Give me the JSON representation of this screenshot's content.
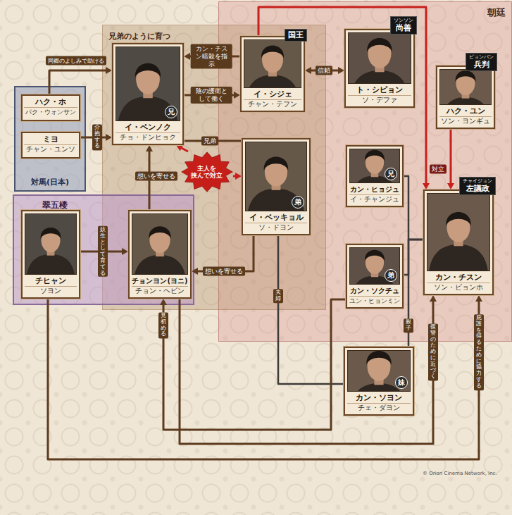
{
  "diagram": {
    "nodes": [
      {
        "text": [
          "朝廷"
        ]
      },
      {
        "text": [
          "兄弟のように育つ"
        ]
      },
      {
        "text": [
          "対馬(日本)"
        ]
      },
      {
        "text": [
          "翠五楼"
        ]
      },
      {
        "text": [
          "ハク・ホ",
          "パク・ウォンサン"
        ],
        "in": 2
      },
      {
        "text": [
          "ミヨ",
          "チャン・ユンソ"
        ],
        "in": 2
      },
      {
        "text": [
          "兄",
          "イ・ベンノク",
          "チョ・ドンヒョク"
        ],
        "in": 1
      },
      {
        "text": [
          "国王",
          "イ・シジェ",
          "チャン・テフン"
        ],
        "in": 1
      },
      {
        "text": [
          "ソンソン",
          "尚善",
          "ト・シピョン",
          "ソ・デファ"
        ],
        "in": 0
      },
      {
        "text": [
          "ピョンパン",
          "兵判",
          "ハク・ユン",
          "ソン・ヨンギュ"
        ],
        "in": 0
      },
      {
        "text": [
          "主人を 挟んで対立"
        ],
        "in": 1
      },
      {
        "text": [
          "弟",
          "イ・ベッキョル",
          "ソ・ドヨン"
        ],
        "in": 1
      },
      {
        "text": [
          "兄",
          "カン・ヒョジュ",
          "イ・チャンジュ"
        ],
        "in": 0
      },
      {
        "text": [
          "チャイジョン",
          "左議政",
          "カン・チスン",
          "ソン・ビョンホ"
        ],
        "in": 0
      },
      {
        "text": [
          "チヒャン",
          "ソヨン"
        ],
        "in": 3
      },
      {
        "text": [
          "チョンヨン(ヨニ)",
          "チョン・ヘビン"
        ],
        "in": 3
      },
      {
        "text": [
          "弟",
          "カン・ソクチュ",
          "ユン・ヒョンミン"
        ],
        "in": 0
      },
      {
        "text": [
          "妹",
          "カン・ソヨン",
          "チェ・ダヨン"
        ]
      }
    ],
    "edges": [
      {
        "from": 4,
        "to": 6,
        "label": "同郷のよしみで助ける",
        "arrow": "to"
      },
      {
        "from": 5,
        "to": 6,
        "label": "介抱する",
        "arrow": "to"
      },
      {
        "from": 7,
        "to": 6,
        "label": "カン・チスン暗殺を指示",
        "arrow": "to"
      },
      {
        "from": 6,
        "to": 7,
        "label": "陰の護衛として働く",
        "arrow": "to"
      },
      {
        "from": 7,
        "to": 8,
        "label": "信頼",
        "arrow": "both"
      },
      {
        "from": 6,
        "to": 11,
        "label": "兄弟",
        "arrow": "none"
      },
      {
        "from": 10,
        "to": 6,
        "arrow": "to"
      },
      {
        "from": 10,
        "to": 11,
        "arrow": "to"
      },
      {
        "from": 15,
        "to": 6,
        "label": "想いを寄せる",
        "arrow": "to"
      },
      {
        "from": 11,
        "to": 15,
        "label": "想いを寄せる",
        "arrow": "to"
      },
      {
        "from": 14,
        "to": 15,
        "label": "妓生として育てる",
        "arrow": "to"
      },
      {
        "from": 7,
        "to": 13,
        "label": "対立",
        "arrow": "to"
      },
      {
        "from": 9,
        "to": 13,
        "arrow": "to"
      },
      {
        "from": 13,
        "to": 12,
        "arrow": "none"
      },
      {
        "from": 13,
        "to": 16,
        "arrow": "none"
      },
      {
        "from": 13,
        "to": 17,
        "label": "親子",
        "arrow": "none"
      },
      {
        "from": 11,
        "to": 17,
        "label": "夫婦",
        "arrow": "none"
      },
      {
        "from": 16,
        "to": 15,
        "label": "見初める",
        "arrow": "to"
      },
      {
        "from": 15,
        "to": 13,
        "label": "復讐のために近づく",
        "arrow": "to"
      },
      {
        "from": 14,
        "to": 13,
        "label": "庇護を得るために協力する",
        "arrow": "to"
      }
    ],
    "labels": [
      "© Orion Cinema Network, Inc."
    ]
  }
}
